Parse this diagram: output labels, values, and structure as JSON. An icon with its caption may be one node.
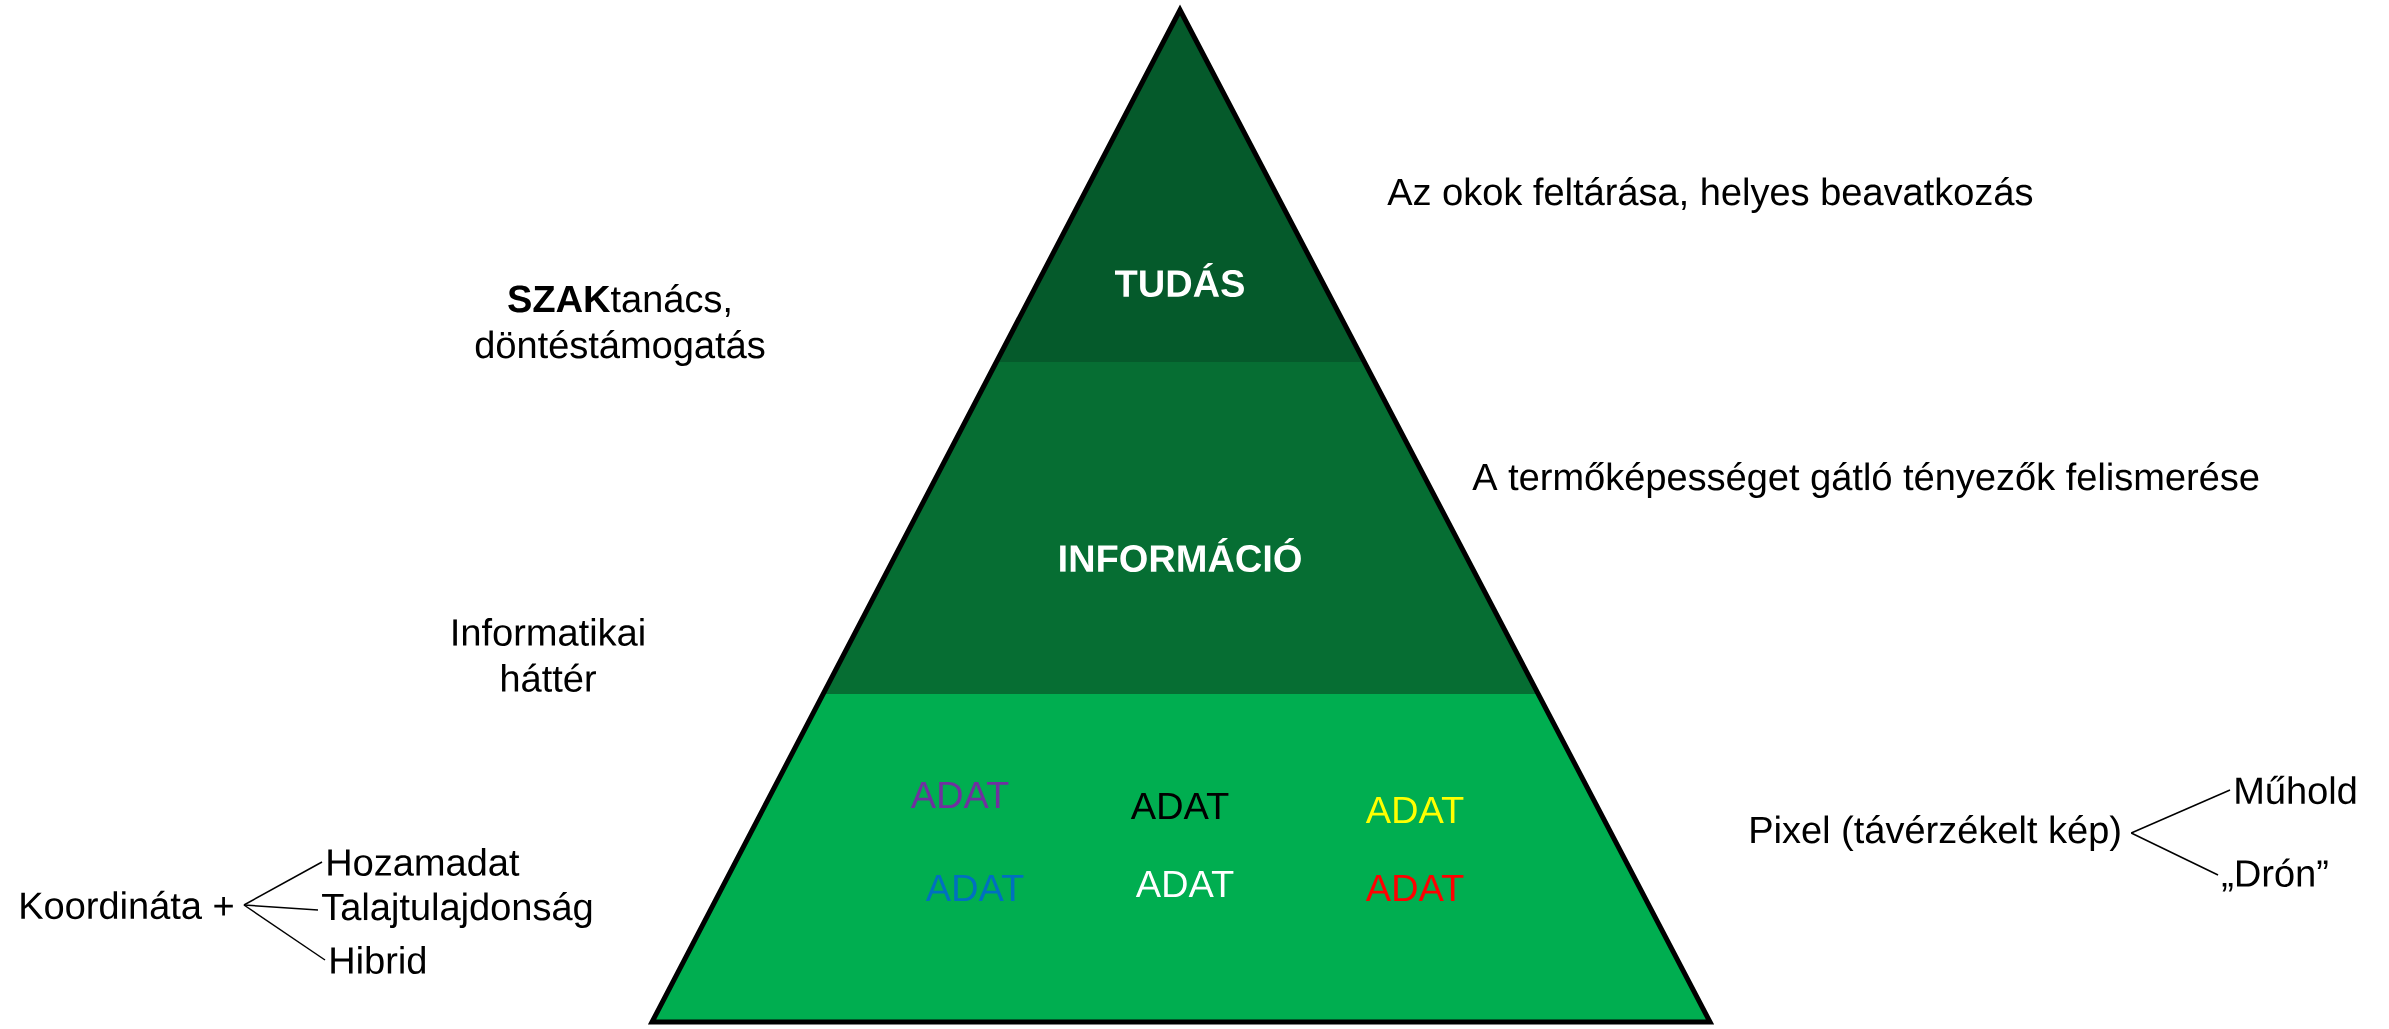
{
  "diagram": {
    "nodes": [
      {
        "text": [
          "TUDÁS"
        ]
      },
      {
        "text": [
          "INFORMÁCIÓ"
        ]
      },
      {
        "text": [
          "ADAT",
          "ADAT",
          "ADAT",
          "ADAT",
          "ADAT",
          "ADAT"
        ]
      },
      {
        "text": [
          "Koordináta +"
        ]
      },
      {
        "text": [
          "Hozamadat"
        ]
      },
      {
        "text": [
          "Talajtulajdonság"
        ]
      },
      {
        "text": [
          "Hibrid"
        ]
      },
      {
        "text": [
          "Pixel (távérzékelt kép)"
        ]
      },
      {
        "text": [
          "Műhold"
        ]
      },
      {
        "text": [
          "„Drón”"
        ]
      }
    ],
    "edges": [
      {
        "from": 3,
        "to": 4,
        "arrow": "none"
      },
      {
        "from": 3,
        "to": 5,
        "arrow": "none"
      },
      {
        "from": 3,
        "to": 6,
        "arrow": "none"
      },
      {
        "from": 7,
        "to": 8,
        "arrow": "none"
      },
      {
        "from": 7,
        "to": 9,
        "arrow": "none"
      }
    ],
    "labels": [
      "Az okok feltárása, helyes beavatkozás",
      "**SZAK**tanács, döntéstámogatás",
      "A termőképességet gátló tényezők felismerése",
      "Informatikai háttér"
    ]
  }
}
